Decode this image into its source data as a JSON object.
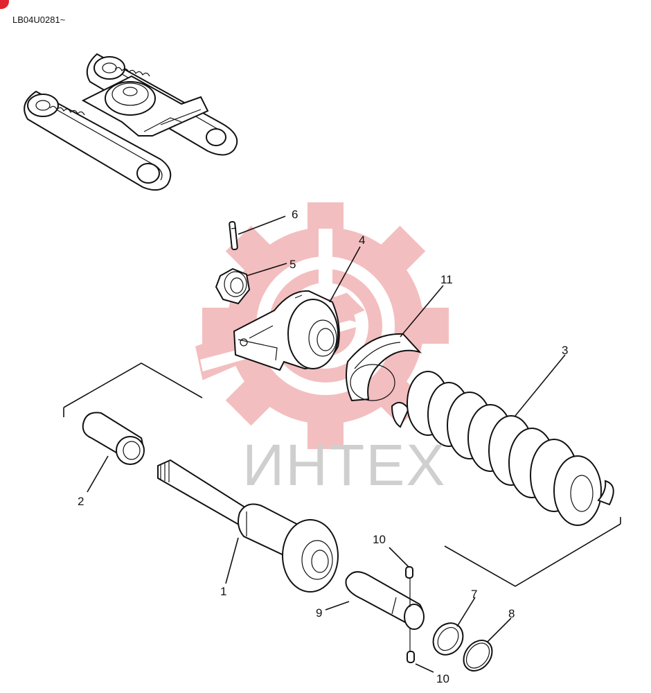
{
  "drawing_code": "LB04U0281~",
  "watermark": {
    "text": "ИНТЕХ",
    "logo_color": "#f2b3b5",
    "text_color": "#cfcfcf"
  },
  "corner_mark_color": "#e0242f",
  "callouts": [
    {
      "id": "1",
      "label": "1"
    },
    {
      "id": "2",
      "label": "2"
    },
    {
      "id": "3",
      "label": "3"
    },
    {
      "id": "4",
      "label": "4"
    },
    {
      "id": "5",
      "label": "5"
    },
    {
      "id": "6",
      "label": "6"
    },
    {
      "id": "7",
      "label": "7"
    },
    {
      "id": "8",
      "label": "8"
    },
    {
      "id": "9",
      "label": "9"
    },
    {
      "id": "10a",
      "label": "10"
    },
    {
      "id": "10b",
      "label": "10"
    },
    {
      "id": "11",
      "label": "11"
    }
  ]
}
